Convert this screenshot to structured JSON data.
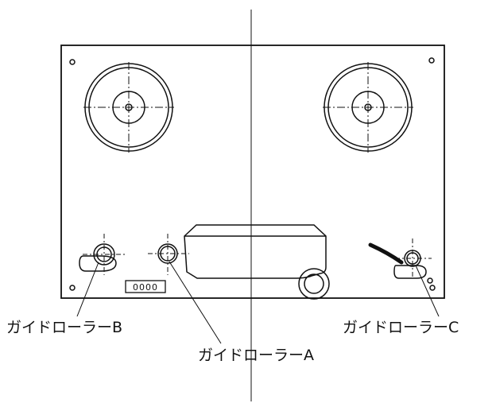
{
  "labels": {
    "guide_roller_b": "ガイドローラーB",
    "guide_roller_a": "ガイドローラーA",
    "guide_roller_c": "ガイドローラーC"
  },
  "counter_digits": "0000",
  "colors": {
    "line": "#111111",
    "background": "#ffffff"
  }
}
